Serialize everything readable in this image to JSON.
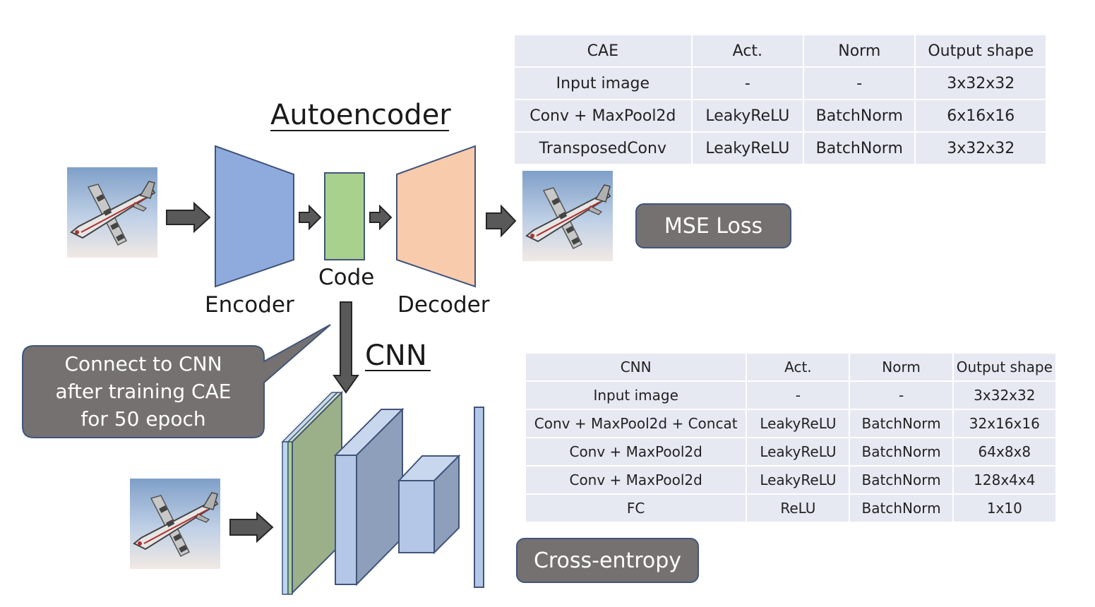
{
  "autoencoder": {
    "title": "Autoencoder",
    "encoder_label": "Encoder",
    "code_label": "Code",
    "decoder_label": "Decoder",
    "loss_label": "MSE Loss",
    "colors": {
      "encoder": "#8faadc",
      "code": "#a9d18e",
      "decoder": "#f8cbad",
      "arrow": "#595959"
    }
  },
  "cnn": {
    "title": "CNN",
    "loss_label": "Cross-entropy",
    "colors": {
      "feature_front": "#9bb089",
      "block_front": "#b4c7e7",
      "block_side": "#8e9fbb",
      "fc": "#b4c7e7"
    }
  },
  "callout": {
    "lines": [
      "Connect to CNN",
      "after training CAE",
      "for 50 epoch"
    ]
  },
  "cae_table": {
    "headers": [
      "CAE",
      "Act.",
      "Norm",
      "Output shape"
    ],
    "rows": [
      [
        "Input image",
        "-",
        "-",
        "3x32x32"
      ],
      [
        "Conv + MaxPool2d",
        "LeakyReLU",
        "BatchNorm",
        "6x16x16"
      ],
      [
        "TransposedConv",
        "LeakyReLU",
        "BatchNorm",
        "3x32x32"
      ]
    ]
  },
  "cnn_table": {
    "headers": [
      "CNN",
      "Act.",
      "Norm",
      "Output shape"
    ],
    "rows": [
      [
        "Input image",
        "-",
        "-",
        "3x32x32"
      ],
      [
        "Conv + MaxPool2d + Concat",
        "LeakyReLU",
        "BatchNorm",
        "32x16x16"
      ],
      [
        "Conv + MaxPool2d",
        "LeakyReLU",
        "BatchNorm",
        "64x8x8"
      ],
      [
        "Conv + MaxPool2d",
        "LeakyReLU",
        "BatchNorm",
        "128x4x4"
      ],
      [
        "FC",
        "ReLU",
        "BatchNorm",
        "1x10"
      ]
    ]
  }
}
